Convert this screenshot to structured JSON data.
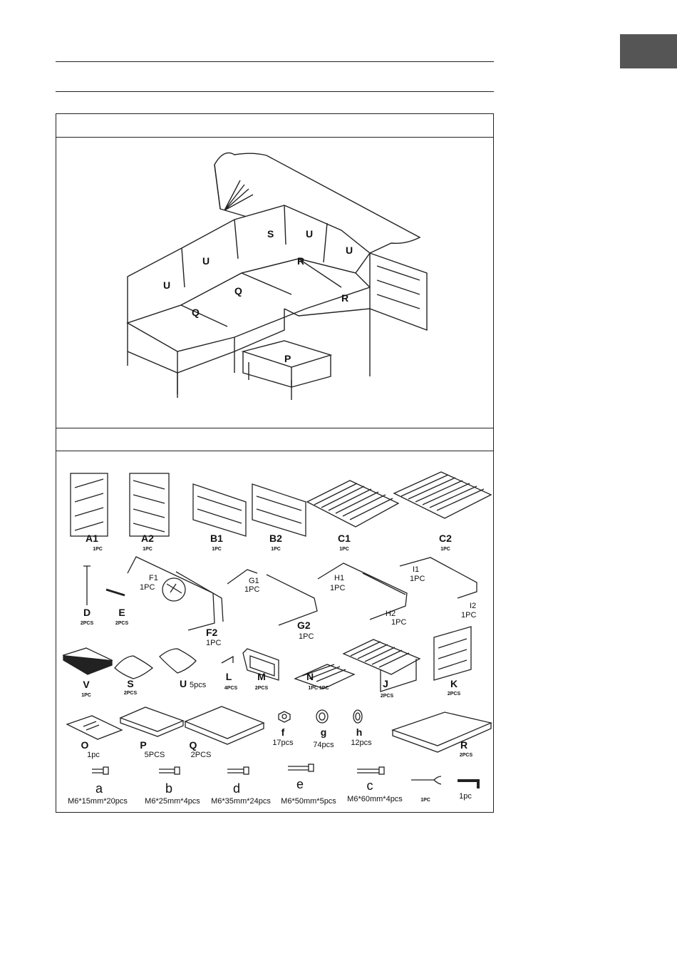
{
  "assembled": {
    "seat_labels": [
      "U",
      "U",
      "S",
      "U",
      "U",
      "Q",
      "Q",
      "R",
      "R",
      "P"
    ]
  },
  "parts": {
    "row1": [
      {
        "label": "A1",
        "qty": "1PC"
      },
      {
        "label": "A2",
        "qty": "1PC"
      },
      {
        "label": "B1",
        "qty": "1PC"
      },
      {
        "label": "B2",
        "qty": "1PC"
      },
      {
        "label": "C1",
        "qty": "1PC"
      },
      {
        "label": "C2",
        "qty": "1PC"
      }
    ],
    "row2": [
      {
        "label": "D",
        "qty": "2PCS"
      },
      {
        "label": "E",
        "qty": "2PCS"
      },
      {
        "label": "F1",
        "qty": "1PC"
      },
      {
        "label": "F2",
        "qty": "1PC"
      },
      {
        "label": "G1",
        "qty": "1PC"
      },
      {
        "label": "G2",
        "qty": "1PC"
      },
      {
        "label": "H1",
        "qty": "1PC"
      },
      {
        "label": "H2",
        "qty": "1PC"
      },
      {
        "label": "I1",
        "qty": "1PC"
      },
      {
        "label": "I2",
        "qty": "1PC"
      }
    ],
    "row3": [
      {
        "label": "V",
        "qty": "1PC"
      },
      {
        "label": "S",
        "qty": "2PCS"
      },
      {
        "label": "U",
        "qty": "5pcs"
      },
      {
        "label": "L",
        "qty": "4PCS"
      },
      {
        "label": "M",
        "qty": "2PCS"
      },
      {
        "label": "N",
        "qty": "1PC 1PC"
      },
      {
        "label": "J",
        "qty": "2PCS"
      },
      {
        "label": "K",
        "qty": "2PCS"
      }
    ],
    "row4": [
      {
        "label": "O",
        "qty": "1pc"
      },
      {
        "label": "P",
        "qty": "5PCS"
      },
      {
        "label": "Q",
        "qty": "2PCS"
      },
      {
        "label": "f",
        "qty": "17pcs"
      },
      {
        "label": "g",
        "qty": "74pcs"
      },
      {
        "label": "h",
        "qty": "12pcs"
      },
      {
        "label": "R",
        "qty": "2PCS"
      }
    ],
    "row5": [
      {
        "label": "a",
        "qty": "M6*15mm*20pcs"
      },
      {
        "label": "b",
        "qty": "M6*25mm*4pcs"
      },
      {
        "label": "d",
        "qty": "M6*35mm*24pcs"
      },
      {
        "label": "e",
        "qty": "M6*50mm*5pcs"
      },
      {
        "label": "c",
        "qty": "M6*60mm*4pcs"
      },
      {
        "label": "",
        "qty": "1PC"
      },
      {
        "label": "",
        "qty": "1pc"
      }
    ]
  }
}
